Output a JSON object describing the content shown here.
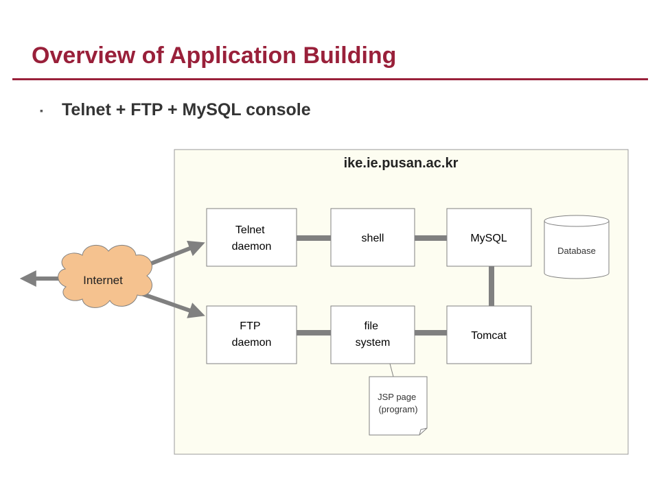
{
  "slide": {
    "title": "Overview of Application Building",
    "bullet": "Telnet + FTP + MySQL console"
  },
  "diagram": {
    "server_label": "ike.ie.pusan.ac.kr",
    "internet": "Internet",
    "telnet_daemon": [
      "Telnet",
      "daemon"
    ],
    "shell": "shell",
    "mysql": "MySQL",
    "database": "Database",
    "ftp_daemon": [
      "FTP",
      "daemon"
    ],
    "file_system": [
      "file",
      "system"
    ],
    "tomcat": "Tomcat",
    "jsp_page": [
      "JSP page",
      "(program)"
    ]
  },
  "colors": {
    "title": "#99203a",
    "server_fill": "#fdfdf1",
    "cloud_fill": "#f5c28f",
    "connector": "#808080"
  }
}
